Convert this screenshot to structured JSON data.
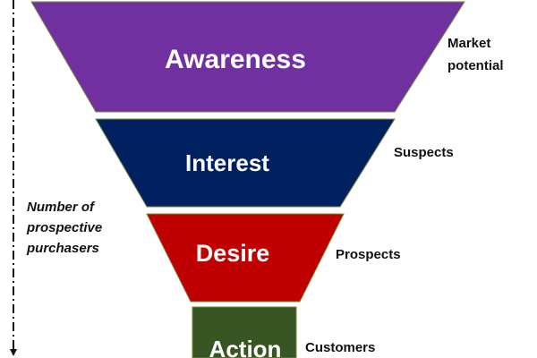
{
  "funnel": {
    "stages": [
      {
        "label": "Awareness",
        "outcome_line1": "Market",
        "outcome_line2": "potential",
        "color": "#7030A0"
      },
      {
        "label": "Interest",
        "outcome_line1": "Suspects",
        "outcome_line2": "",
        "color": "#002060"
      },
      {
        "label": "Desire",
        "outcome_line1": "Prospects",
        "outcome_line2": "",
        "color": "#C00000"
      },
      {
        "label": "Action",
        "outcome_line1": "Customers",
        "outcome_line2": "",
        "color": "#375623"
      }
    ]
  },
  "axis": {
    "line1": "Number of",
    "line2": "prospective",
    "line3": "purchasers"
  },
  "colors": {
    "stroke": "#7a8a3a",
    "stage_text": "#ffffff",
    "axis_line": "#111111"
  }
}
